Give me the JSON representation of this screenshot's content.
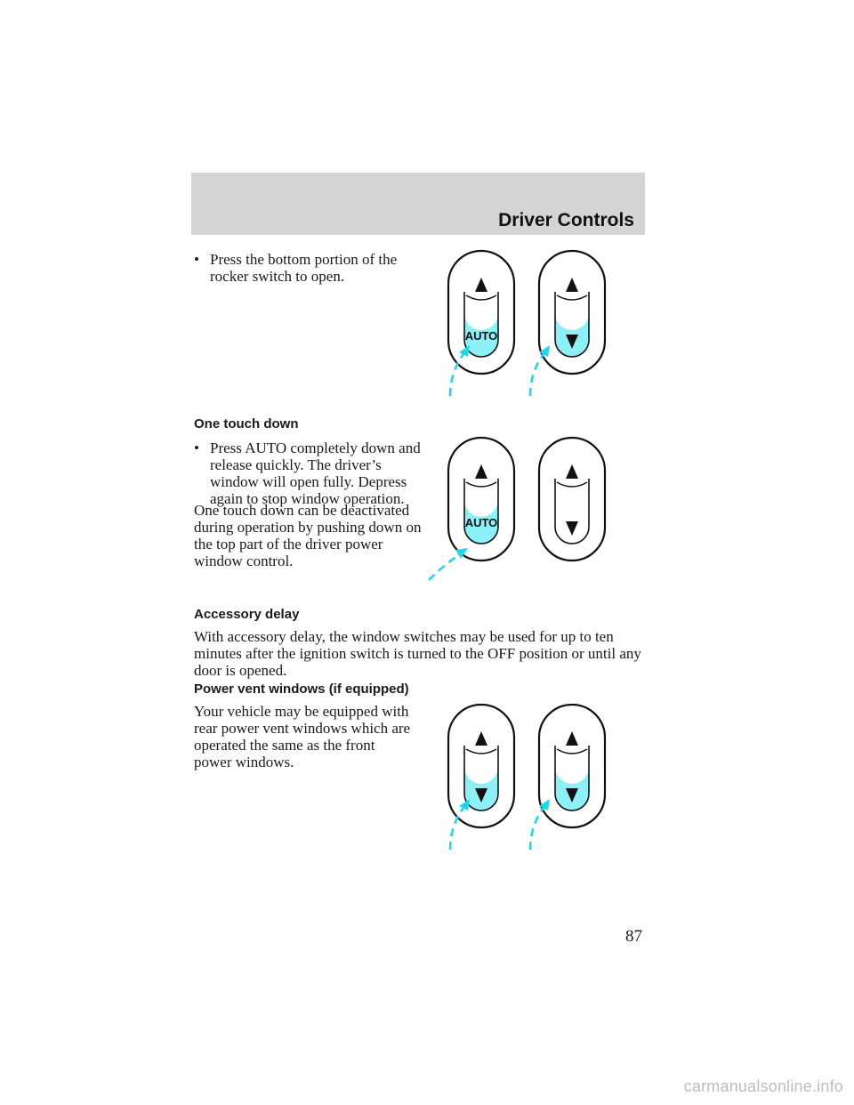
{
  "header": {
    "section_title": "Driver Controls"
  },
  "block1": {
    "bullet": "•",
    "text": "Press the bottom portion of the rocker switch to open."
  },
  "block2": {
    "heading": "One touch down",
    "bullet": "•",
    "bullet_text": "Press AUTO completely down and release quickly. The driver’s window will open fully. Depress again to stop window operation.",
    "paragraph": "One touch down can be deactivated during operation by pushing down on the top part of the driver power window control."
  },
  "block3": {
    "heading": "Accessory delay",
    "paragraph": "With accessory delay, the window switches may be used for up to ten minutes after the ignition switch is turned to the OFF position or until any door is opened."
  },
  "block4": {
    "heading": "Power vent windows (if equipped)",
    "paragraph": "Your vehicle may be equipped with rear power vent windows which are operated the same as the front power windows."
  },
  "figures": {
    "auto_label_1": "AUTO",
    "auto_label_2": "AUTO",
    "highlight_color": "#8ef0f7",
    "arrow_color": "#21d6e8"
  },
  "footer": {
    "page_number": "87",
    "watermark": "carmanualsonline.info"
  }
}
